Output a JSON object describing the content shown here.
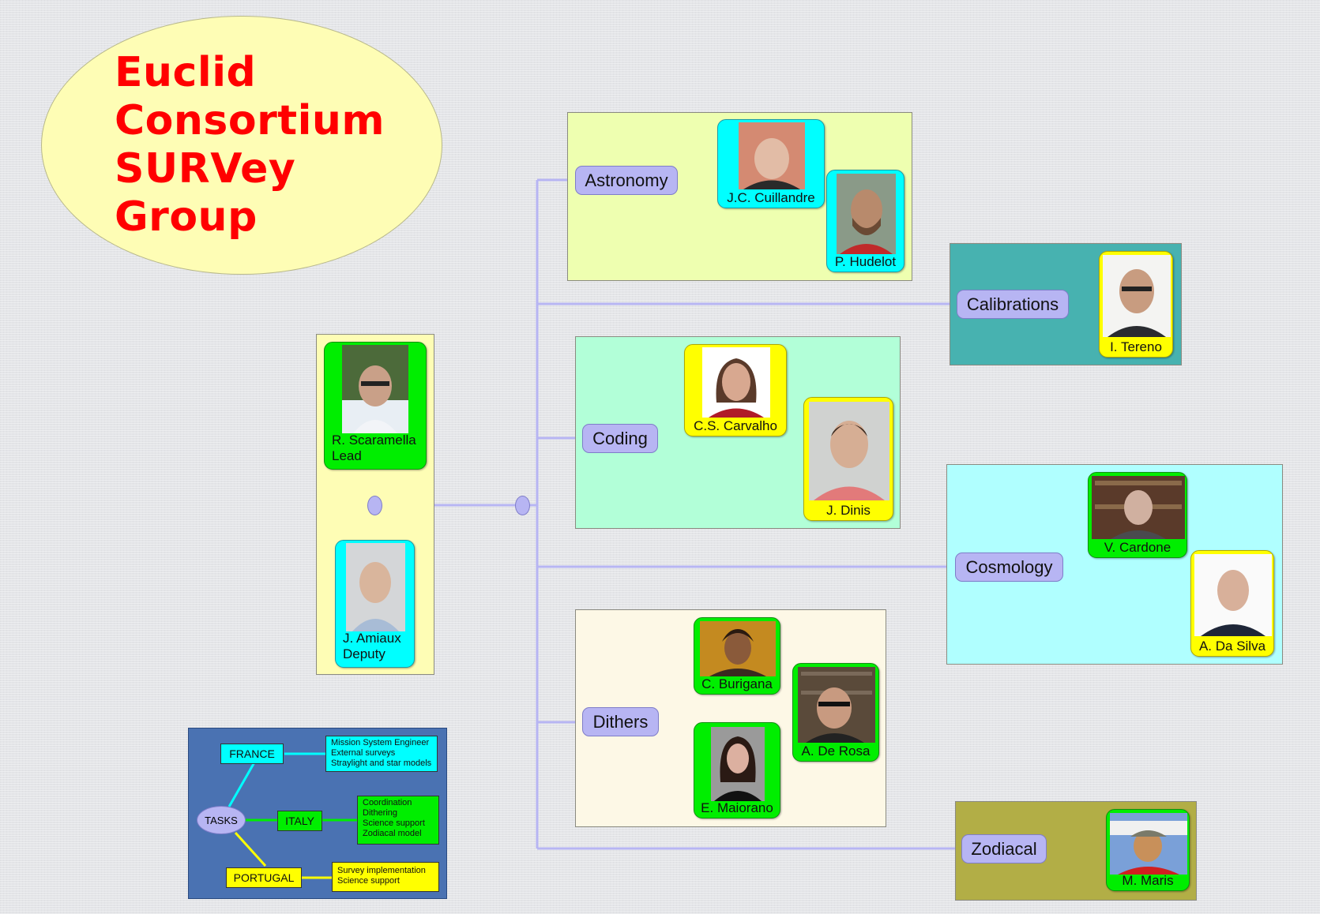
{
  "title": {
    "lines": [
      "Euclid",
      "Consortium",
      "SURVey",
      "Group"
    ]
  },
  "leads": {
    "lead_name": "R. Scaramella",
    "lead_role": "Lead",
    "deputy_name": "J. Amiaux",
    "deputy_role": "Deputy"
  },
  "topics": {
    "astronomy": "Astronomy",
    "calibrations": "Calibrations",
    "coding": "Coding",
    "cosmology": "Cosmology",
    "dithers": "Dithers",
    "zodiacal": "Zodiacal"
  },
  "people": {
    "cuillandre": "J.C. Cuillandre",
    "hudelot": "P. Hudelot",
    "tereno": "I. Tereno",
    "carvalho": "C.S. Carvalho",
    "dinis": "J. Dinis",
    "cardone": "V. Cardone",
    "dasilva": "A. Da Silva",
    "burigana": "C. Burigana",
    "derosa": "A. De Rosa",
    "maiorano": "E. Maiorano",
    "maris": "M. Maris"
  },
  "legend": {
    "tasks": "TASKS",
    "france": "FRANCE",
    "italy": "ITALY",
    "portugal": "PORTUGAL",
    "france_tasks": [
      "Mission System Engineer",
      "External surveys",
      "Straylight and star models"
    ],
    "italy_tasks": [
      "Coordination",
      "Dithering",
      "Science support",
      "Zodiacal model"
    ],
    "portugal_tasks": [
      "Survey implementation",
      "Science support"
    ]
  },
  "colors": {
    "connector": "#b7b5f3",
    "france": "#00ffff",
    "italy": "#00ee00",
    "portugal": "#ffff00",
    "title": "#ff0000"
  }
}
